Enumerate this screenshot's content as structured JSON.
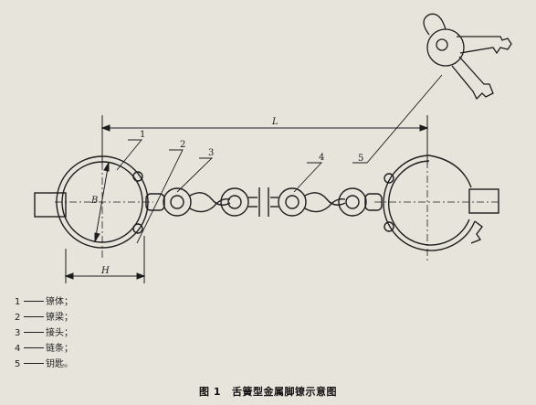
{
  "figure": {
    "callout_numbers": [
      "1",
      "2",
      "3",
      "4",
      "5"
    ],
    "dimension_labels": {
      "length": "L",
      "diameter": "B",
      "width": "H"
    }
  },
  "legend": [
    {
      "num": "1",
      "text": "镣体；"
    },
    {
      "num": "2",
      "text": "镣梁；"
    },
    {
      "num": "3",
      "text": "接头；"
    },
    {
      "num": "4",
      "text": "链条；"
    },
    {
      "num": "5",
      "text": "钥匙。"
    }
  ],
  "caption": {
    "label": "图 1",
    "title": "舌簧型金属脚镣示意图"
  },
  "colors": {
    "ink": "#1d1d1d",
    "paper": "#e7e4dc"
  }
}
